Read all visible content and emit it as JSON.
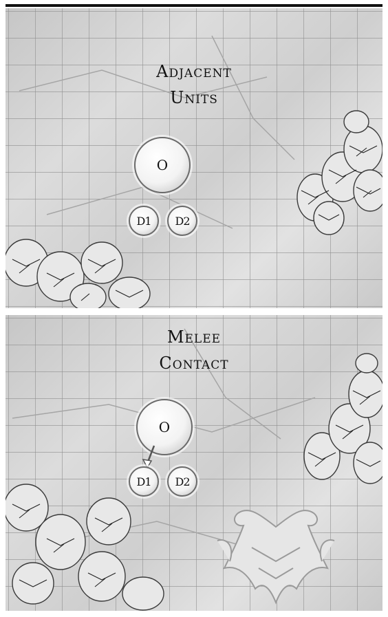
{
  "panels": [
    {
      "title_line1": "Adjacent",
      "title_line2": "Units",
      "units": {
        "officer": "O",
        "d1": "D1",
        "d2": "D2"
      },
      "contact_arrow": false
    },
    {
      "title_line1": "Melee",
      "title_line2": "Contact",
      "units": {
        "officer": "O",
        "d1": "D1",
        "d2": "D2"
      },
      "contact_arrow": true
    }
  ],
  "colors": {
    "board": "#d4d4d4",
    "grid": "#8e8e8e",
    "token_border": "#6a6a6a"
  }
}
